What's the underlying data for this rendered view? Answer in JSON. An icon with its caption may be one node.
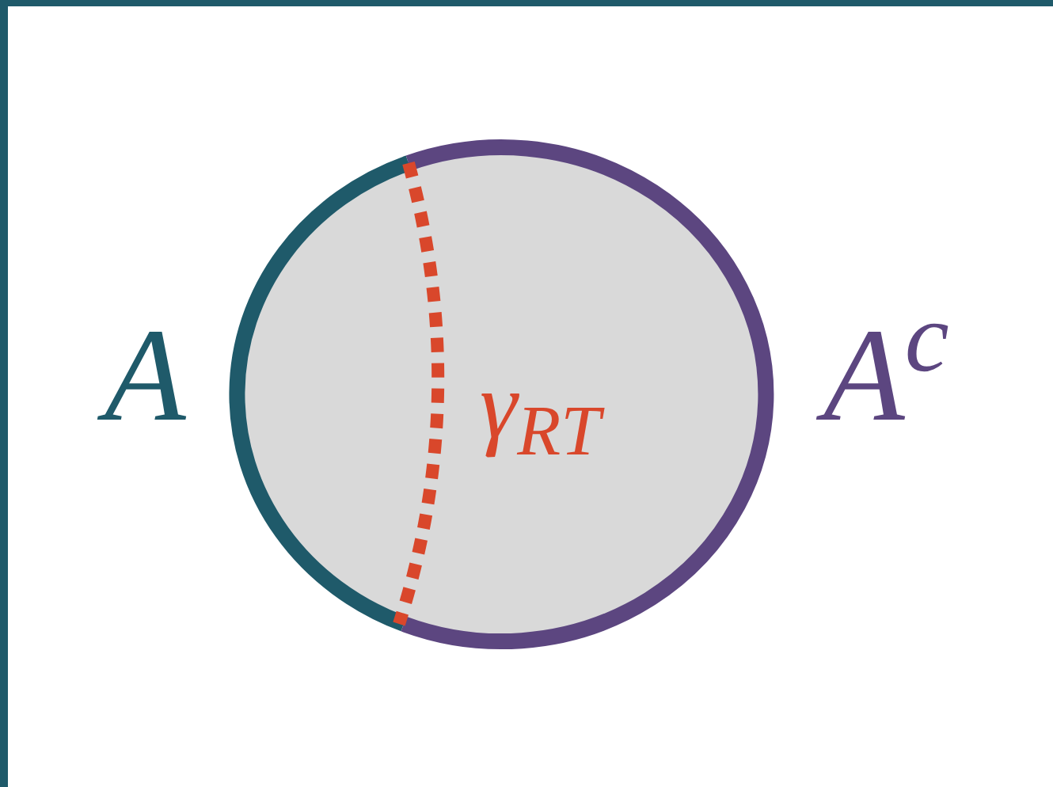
{
  "diagram": {
    "labels": [
      "A",
      "A$^{c}$",
      "γ$_{RT}$"
    ]
  }
}
